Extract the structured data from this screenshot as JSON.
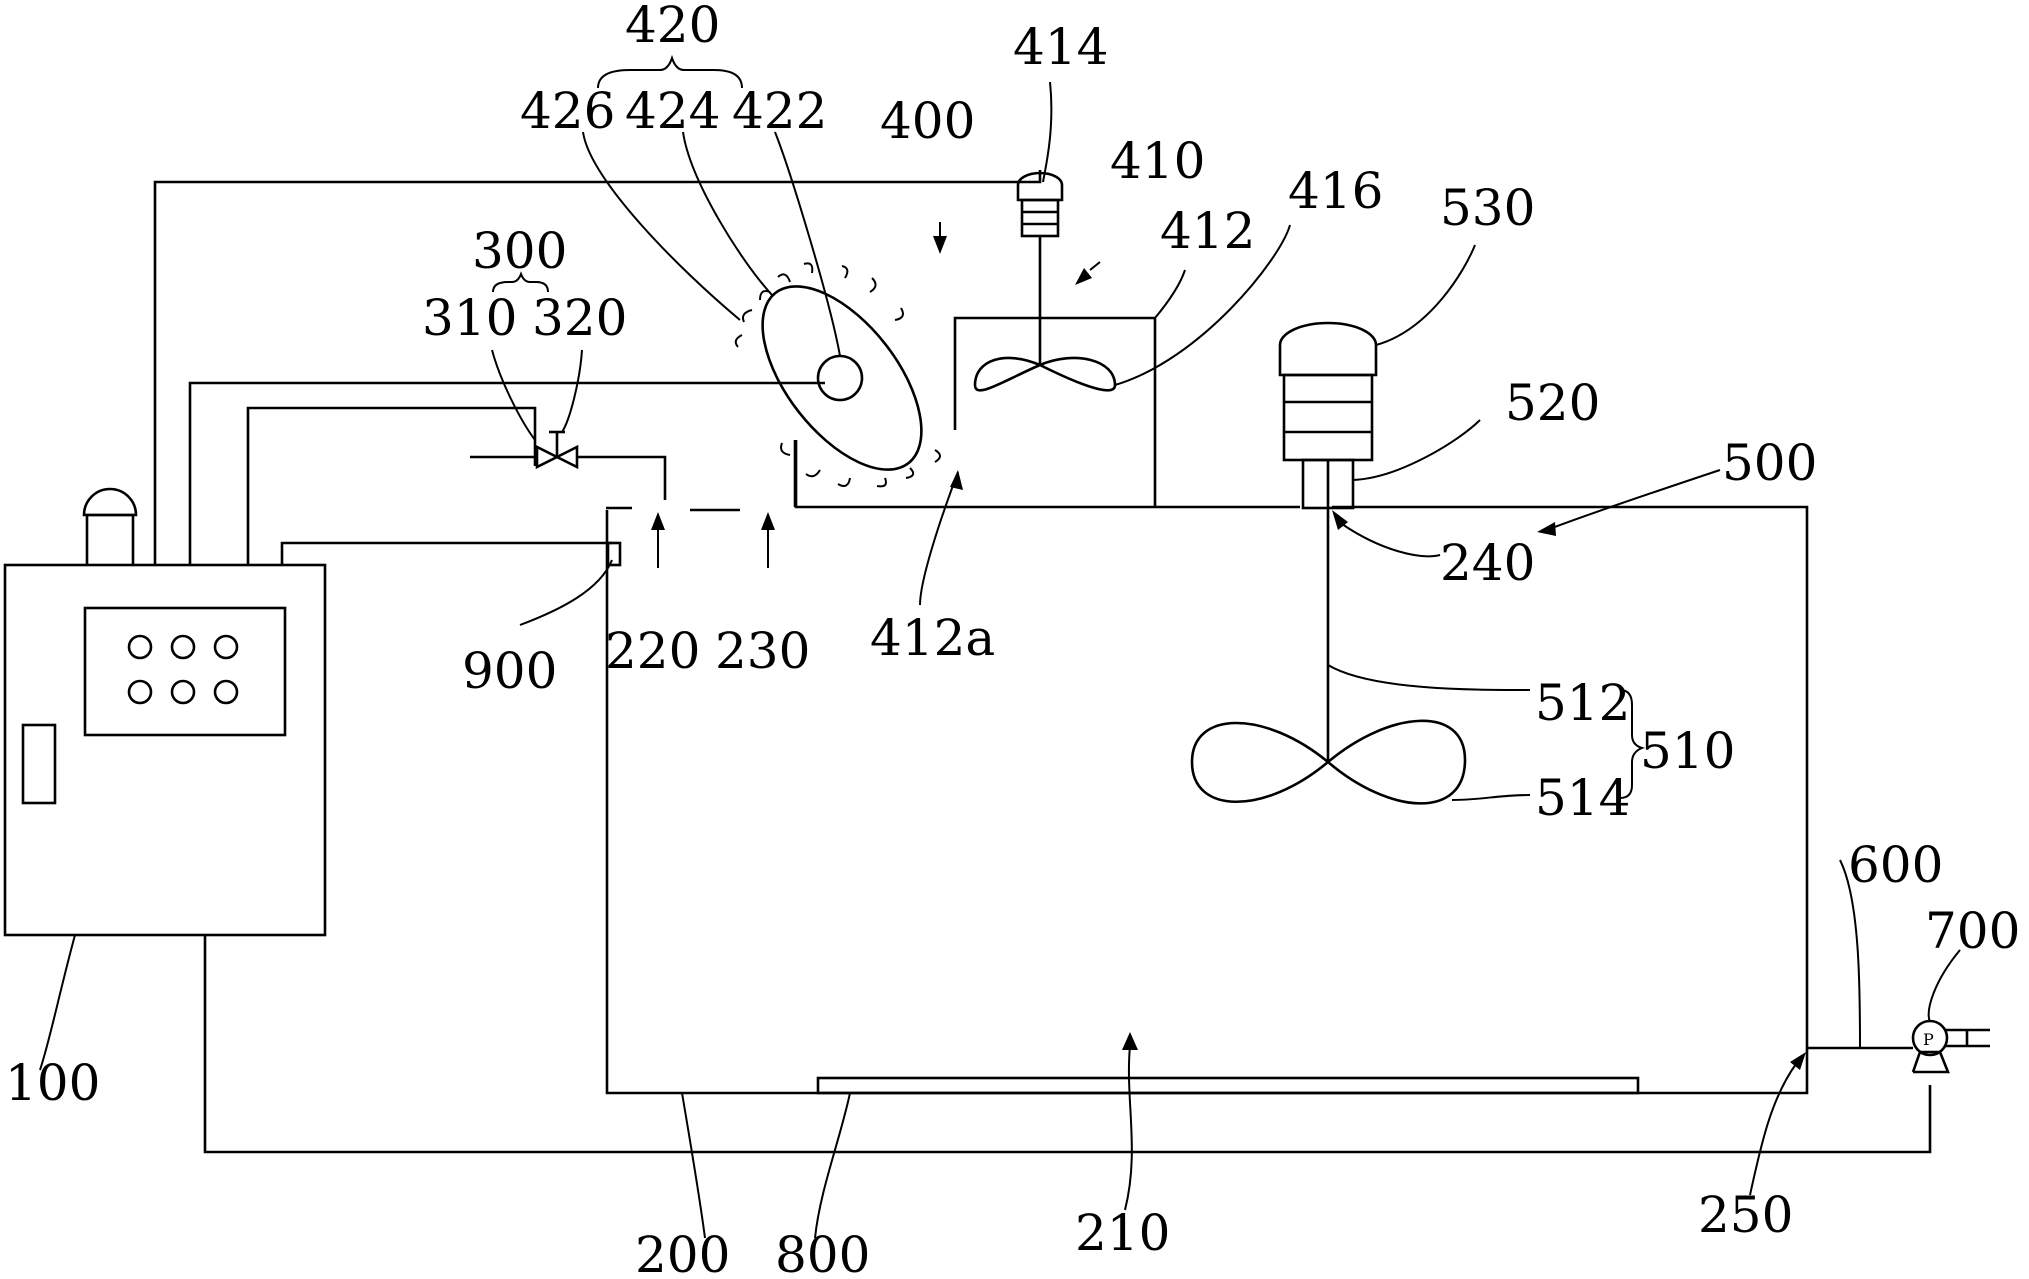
{
  "labels": {
    "l420": "420",
    "l426": "426",
    "l424": "424",
    "l422": "422",
    "l400": "400",
    "l414": "414",
    "l410": "410",
    "l412": "412",
    "l416": "416",
    "l530": "530",
    "l300": "300",
    "l310": "310",
    "l320": "320",
    "l520": "520",
    "l500": "500",
    "l240": "240",
    "l900": "900",
    "l220": "220",
    "l230": "230",
    "l412a": "412a",
    "l512": "512",
    "l510": "510",
    "l514": "514",
    "l600": "600",
    "l700": "700",
    "l100": "100",
    "l250": "250",
    "l200": "200",
    "l800": "800",
    "l210": "210"
  },
  "pump_symbol": "P",
  "colors": {
    "line": "#000000",
    "background": "#ffffff"
  }
}
